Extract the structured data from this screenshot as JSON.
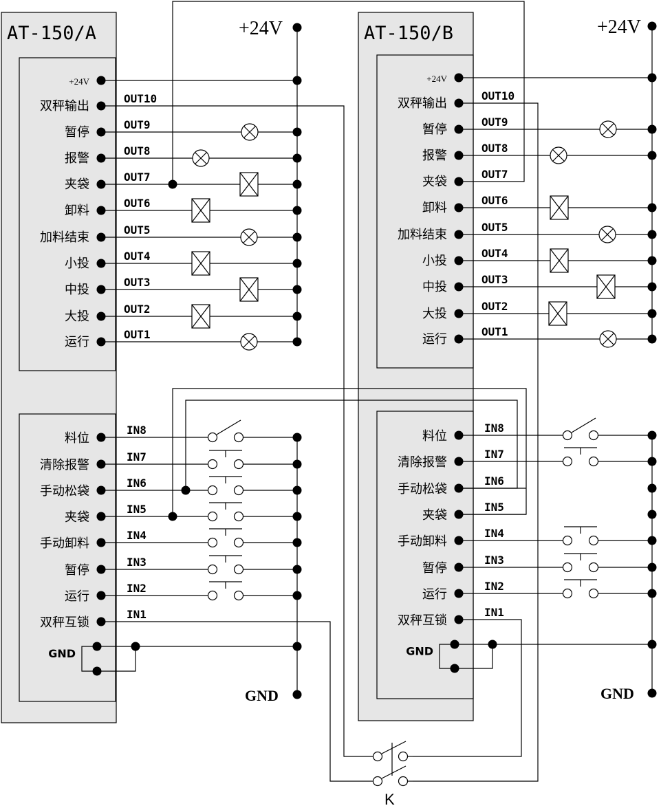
{
  "units": [
    {
      "title": "AT-150/A",
      "outputs": [
        {
          "label": "+24V",
          "out": ""
        },
        {
          "label": "双秤输出",
          "out": "OUT10"
        },
        {
          "label": "暂停",
          "out": "OUT9"
        },
        {
          "label": "报警",
          "out": "OUT8"
        },
        {
          "label": "夹袋",
          "out": "OUT7"
        },
        {
          "label": "卸料",
          "out": "OUT6"
        },
        {
          "label": "加料结束",
          "out": "OUT5"
        },
        {
          "label": "小投",
          "out": "OUT4"
        },
        {
          "label": "中投",
          "out": "OUT3"
        },
        {
          "label": "大投",
          "out": "OUT2"
        },
        {
          "label": "运行",
          "out": "OUT1"
        }
      ],
      "inputs": [
        {
          "label": "料位",
          "in": "IN8"
        },
        {
          "label": "清除报警",
          "in": "IN7"
        },
        {
          "label": "手动松袋",
          "in": "IN6"
        },
        {
          "label": "夹袋",
          "in": "IN5"
        },
        {
          "label": "手动卸料",
          "in": "IN4"
        },
        {
          "label": "暂停",
          "in": "IN3"
        },
        {
          "label": "运行",
          "in": "IN2"
        },
        {
          "label": "双秤互锁",
          "in": "IN1"
        }
      ],
      "gnd": "GND",
      "rail_top": "+24V",
      "rail_bottom": "GND"
    },
    {
      "title": "AT-150/B",
      "outputs": [
        {
          "label": "+24V",
          "out": ""
        },
        {
          "label": "双秤输出",
          "out": "OUT10"
        },
        {
          "label": "暂停",
          "out": "OUT9"
        },
        {
          "label": "报警",
          "out": "OUT8"
        },
        {
          "label": "夹袋",
          "out": "OUT7"
        },
        {
          "label": "卸料",
          "out": "OUT6"
        },
        {
          "label": "加料结束",
          "out": "OUT5"
        },
        {
          "label": "小投",
          "out": "OUT4"
        },
        {
          "label": "中投",
          "out": "OUT3"
        },
        {
          "label": "大投",
          "out": "OUT2"
        },
        {
          "label": "运行",
          "out": "OUT1"
        }
      ],
      "inputs": [
        {
          "label": "料位",
          "in": "IN8"
        },
        {
          "label": "清除报警",
          "in": "IN7"
        },
        {
          "label": "手动松袋",
          "in": "IN6"
        },
        {
          "label": "夹袋",
          "in": "IN5"
        },
        {
          "label": "手动卸料",
          "in": "IN4"
        },
        {
          "label": "暂停",
          "in": "IN3"
        },
        {
          "label": "运行",
          "in": "IN2"
        },
        {
          "label": "双秤互锁",
          "in": "IN1"
        }
      ],
      "gnd": "GND",
      "rail_top": "+24V",
      "rail_bottom": "GND"
    }
  ],
  "switch_k": "K"
}
